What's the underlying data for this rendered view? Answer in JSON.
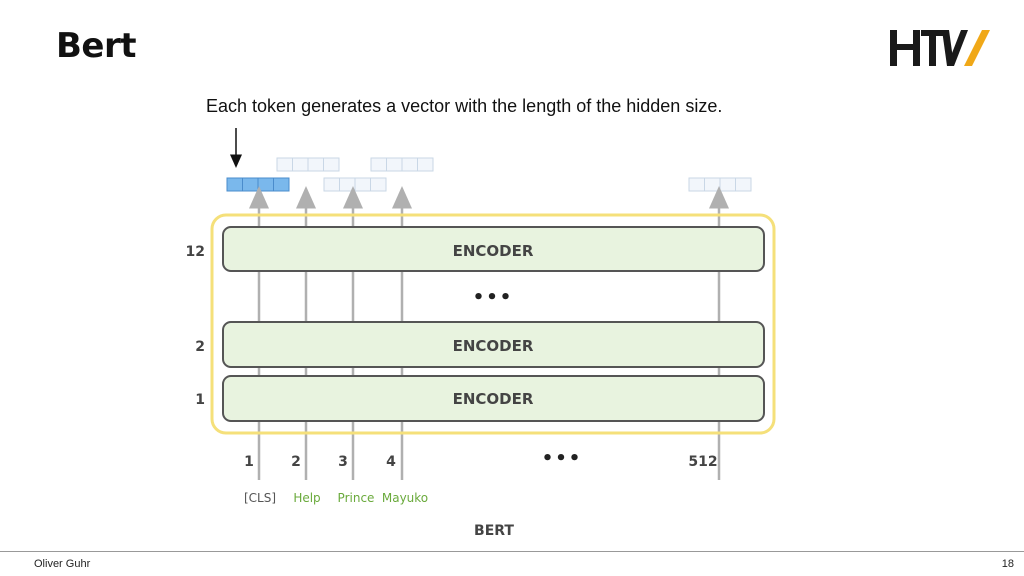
{
  "slide": {
    "title": "Bert",
    "caption": "Each token generates a vector with the length of the hidden size.",
    "author": "Oliver Guhr",
    "page_number": "18"
  },
  "logo": {
    "text": "HTW",
    "colors": {
      "dark": "#1a1a1a",
      "accent": "#f0a818"
    }
  },
  "diagram": {
    "colors": {
      "encoder_fill": "#e8f3df",
      "encoder_stroke": "#555555",
      "outer_border": "#f5e07a",
      "arrow": "#b0b0b0",
      "vector_highlight": "#7ab8ec",
      "vector_plain": "#f2f6fb",
      "vector_stroke": "#c9d7e6",
      "token_green": "#6aaa3c",
      "token_gray": "#555555"
    },
    "layers": [
      {
        "number": "12",
        "label": "ENCODER"
      },
      {
        "number": "2",
        "label": "ENCODER"
      },
      {
        "number": "1",
        "label": "ENCODER"
      }
    ],
    "ellipsis": "•••",
    "positions": [
      "1",
      "2",
      "3",
      "4",
      "512"
    ],
    "tokens": [
      {
        "text": "[CLS]",
        "style": "gray"
      },
      {
        "text": "Help",
        "style": "green"
      },
      {
        "text": "Prince",
        "style": "green"
      },
      {
        "text": "Mayuko",
        "style": "green"
      }
    ],
    "model_name": "BERT"
  }
}
